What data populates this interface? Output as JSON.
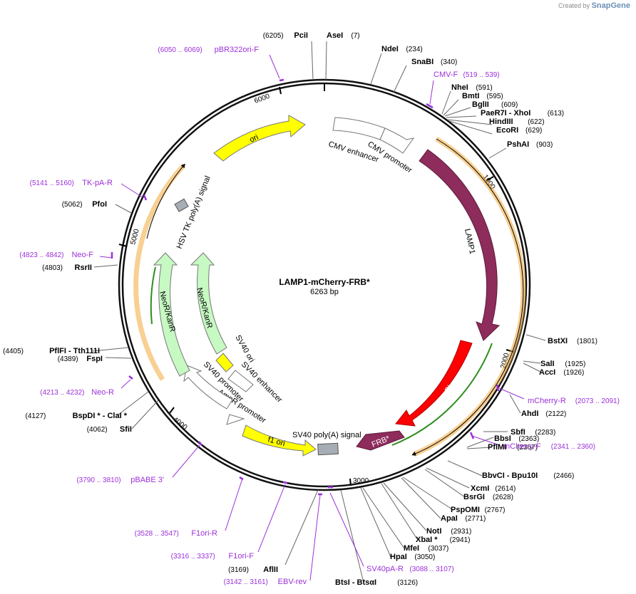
{
  "credit": {
    "prefix": "Created by",
    "brand": "SnapGene"
  },
  "plasmid": {
    "name": "LAMP1-mCherry-FRB*",
    "length_label": "6263 bp",
    "length": 6263
  },
  "colors": {
    "purple": "#9b30d9",
    "lamp1": "#8e2c5c",
    "mcherry": "#ff0000",
    "frb": "#8e2c5c",
    "ori": "#ffff00",
    "neor": "#c7f9c3",
    "tk_polya": "#a7adb5",
    "orange": "#f3a93b",
    "green": "#2f8f1f"
  },
  "ticks": [
    "1000",
    "2000",
    "3000",
    "4000",
    "5000",
    "6000"
  ],
  "sites": [
    {
      "name": "PciI",
      "pos": "(6205)",
      "side": "left"
    },
    {
      "name": "AseI",
      "pos": "(7)",
      "side": "right"
    },
    {
      "name": "NdeI",
      "pos": "(234)",
      "side": "right"
    },
    {
      "name": "SnaBI",
      "pos": "(340)",
      "side": "right"
    },
    {
      "name": "NheI",
      "pos": "(591)",
      "side": "right"
    },
    {
      "name": "BmtI",
      "pos": "(595)",
      "side": "right"
    },
    {
      "name": "BglII",
      "pos": "(609)",
      "side": "right"
    },
    {
      "name": "PaeR7I - XhoI",
      "pos": "(613)",
      "side": "right"
    },
    {
      "name": "HindIII",
      "pos": "(622)",
      "side": "right"
    },
    {
      "name": "EcoRI",
      "pos": "(629)",
      "side": "right"
    },
    {
      "name": "PshAI",
      "pos": "(903)",
      "side": "right"
    },
    {
      "name": "BstXI",
      "pos": "(1801)",
      "side": "right"
    },
    {
      "name": "SalI",
      "pos": "(1925)",
      "side": "right"
    },
    {
      "name": "AccI",
      "pos": "(1926)",
      "side": "right"
    },
    {
      "name": "AhdI",
      "pos": "(2122)",
      "side": "right"
    },
    {
      "name": "SbfI",
      "pos": "(2283)",
      "side": "right"
    },
    {
      "name": "BbsI",
      "pos": "(2363)",
      "side": "right"
    },
    {
      "name": "PflMI",
      "pos": "(2367)",
      "side": "right"
    },
    {
      "name": "BbvCI - Bpu10I",
      "pos": "(2466)",
      "side": "right"
    },
    {
      "name": "XcmI",
      "pos": "(2614)",
      "side": "right"
    },
    {
      "name": "BsrGI",
      "pos": "(2628)",
      "side": "right"
    },
    {
      "name": "PspOMI",
      "pos": "(2767)",
      "side": "right"
    },
    {
      "name": "ApaI",
      "pos": "(2771)",
      "side": "right"
    },
    {
      "name": "NotI",
      "pos": "(2931)",
      "side": "right"
    },
    {
      "name": "XbaI *",
      "pos": "(2941)",
      "side": "right"
    },
    {
      "name": "MfeI",
      "pos": "(3037)",
      "side": "right"
    },
    {
      "name": "HpaI",
      "pos": "(3050)",
      "side": "right"
    },
    {
      "name": "BtsI - BtsαI",
      "pos": "(3126)",
      "side": "right"
    },
    {
      "name": "AflII",
      "pos": "(3169)",
      "side": "left"
    },
    {
      "name": "SfiI",
      "pos": "(4062)",
      "side": "left"
    },
    {
      "name": "BspDI * - ClaI *",
      "pos": "(4127)",
      "side": "left"
    },
    {
      "name": "FspI",
      "pos": "(4389)",
      "side": "left"
    },
    {
      "name": "PflFI - Tth111I",
      "pos": "(4405)",
      "side": "left"
    },
    {
      "name": "RsrII",
      "pos": "(4803)",
      "side": "left"
    },
    {
      "name": "PfoI",
      "pos": "(5062)",
      "side": "left"
    }
  ],
  "primers": [
    {
      "name": "pBR322ori-F",
      "range": "(6050 .. 6069)",
      "side": "left"
    },
    {
      "name": "CMV-F",
      "range": "(519 .. 539)",
      "side": "right"
    },
    {
      "name": "mCherry-R",
      "range": "(2073 .. 2091)",
      "side": "right"
    },
    {
      "name": "mCherry-F",
      "range": "(2341 .. 2360)",
      "side": "right"
    },
    {
      "name": "SV40pA-R",
      "range": "(3088 .. 3107)",
      "side": "right"
    },
    {
      "name": "EBV-rev",
      "range": "(3142 .. 3161)",
      "side": "left"
    },
    {
      "name": "F1ori-F",
      "range": "(3316 .. 3337)",
      "side": "left"
    },
    {
      "name": "F1ori-R",
      "range": "(3528 .. 3547)",
      "side": "left"
    },
    {
      "name": "pBABE 3'",
      "range": "(3790 .. 3810)",
      "side": "left"
    },
    {
      "name": "Neo-R",
      "range": "(4213 .. 4232)",
      "side": "left"
    },
    {
      "name": "Neo-F",
      "range": "(4823 .. 4842)",
      "side": "left"
    },
    {
      "name": "TK-pA-R",
      "range": "(5141 .. 5160)",
      "side": "left"
    }
  ],
  "features": [
    {
      "label": "CMV enhancer"
    },
    {
      "label": "CMV promoter"
    },
    {
      "label": "LAMP1"
    },
    {
      "label": "mCherry"
    },
    {
      "label": "FRB*"
    },
    {
      "label": "SV40 poly(A) signal"
    },
    {
      "label": "f1 ori"
    },
    {
      "label": "AmpR promoter"
    },
    {
      "label": "SV40 promoter"
    },
    {
      "label": "SV40 enhancer"
    },
    {
      "label": "SV40 ori"
    },
    {
      "label": "NeoR/KanR"
    },
    {
      "label": "NeoR/KanR"
    },
    {
      "label": "HSV TK poly(A) signal"
    },
    {
      "label": "ori"
    }
  ]
}
